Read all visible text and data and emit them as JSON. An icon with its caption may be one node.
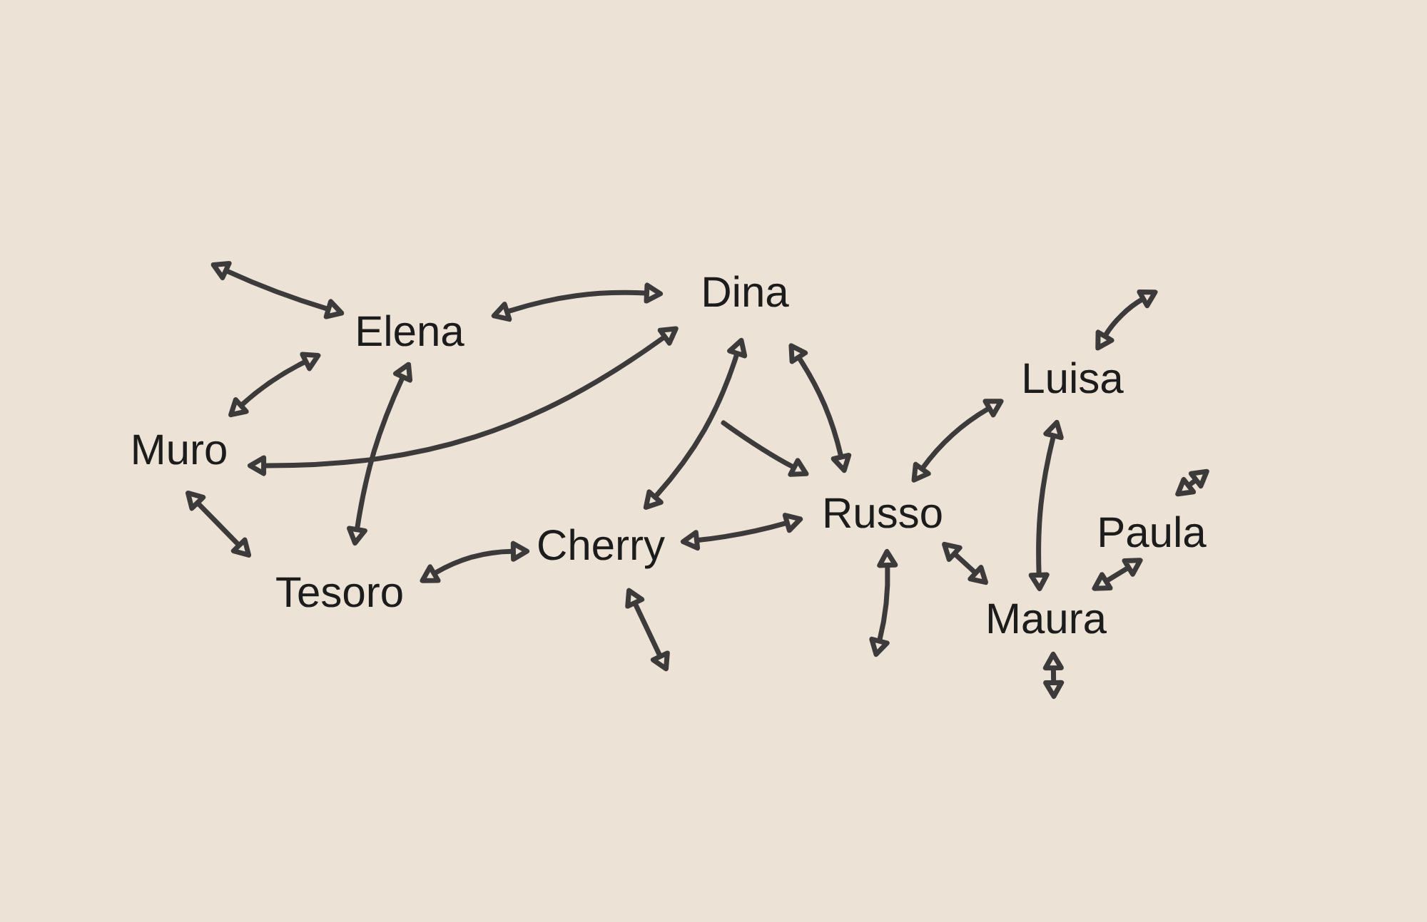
{
  "diagram": {
    "nodes": [
      {
        "text": [
          "Dina"
        ]
      },
      {
        "text": [
          "Elena"
        ]
      },
      {
        "text": [
          "Luisa"
        ]
      },
      {
        "text": [
          "Muro"
        ]
      },
      {
        "text": [
          "Russo"
        ]
      },
      {
        "text": [
          "Paula"
        ]
      },
      {
        "text": [
          "Cherry"
        ]
      },
      {
        "text": [
          "Tesoro"
        ]
      },
      {
        "text": [
          "Maura"
        ]
      }
    ],
    "edges": [
      {
        "from": null,
        "to": 1,
        "arrow": "both"
      },
      {
        "from": 1,
        "to": 0,
        "arrow": "both"
      },
      {
        "from": 1,
        "to": 3,
        "arrow": "both"
      },
      {
        "from": 1,
        "to": 7,
        "arrow": "both"
      },
      {
        "from": 0,
        "to": 3,
        "arrow": "both"
      },
      {
        "from": 3,
        "to": 7,
        "arrow": "both"
      },
      {
        "from": 7,
        "to": 6,
        "arrow": "both"
      },
      {
        "from": 0,
        "to": 6,
        "arrow": "both"
      },
      {
        "from": 0,
        "to": 4,
        "arrow": "both"
      },
      {
        "from": null,
        "to": 4,
        "arrow": "to"
      },
      {
        "from": 4,
        "to": 6,
        "arrow": "both"
      },
      {
        "from": 6,
        "to": null,
        "arrow": "both"
      },
      {
        "from": 4,
        "to": null,
        "arrow": "both"
      },
      {
        "from": 4,
        "to": 8,
        "arrow": "both"
      },
      {
        "from": 4,
        "to": 2,
        "arrow": "both"
      },
      {
        "from": 2,
        "to": null,
        "arrow": "both"
      },
      {
        "from": 2,
        "to": 8,
        "arrow": "both"
      },
      {
        "from": 5,
        "to": 8,
        "arrow": "both"
      },
      {
        "from": 5,
        "to": null,
        "arrow": "both"
      },
      {
        "from": 8,
        "to": null,
        "arrow": "both"
      }
    ]
  }
}
